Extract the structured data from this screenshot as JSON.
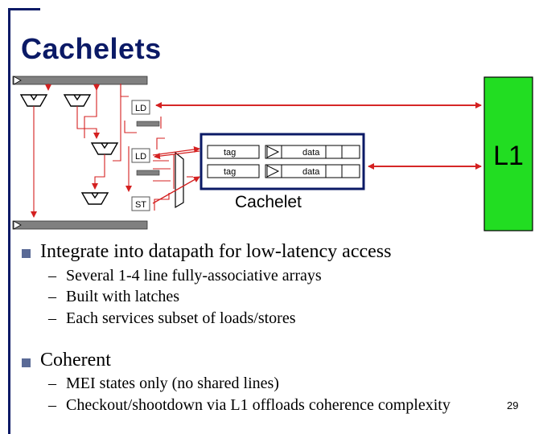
{
  "slide": {
    "title": "Cachelets",
    "page_number": "29"
  },
  "diagram": {
    "l1_label": "L1",
    "cachelet_label": "Cachelet",
    "tag_label": "tag",
    "data_label": "data",
    "ld_label": "LD",
    "st_label": "ST",
    "colors": {
      "arrow": "#d42020",
      "l1_fill": "#22dd22",
      "cachelet_border": "#0b1a66",
      "pipeline_bar": "#808080"
    }
  },
  "bullets": [
    {
      "text": "Integrate into datapath for low-latency access",
      "subs": [
        "Several 1-4 line fully-associative arrays",
        "Built with latches",
        "Each services subset of loads/stores"
      ]
    },
    {
      "text": "Coherent",
      "subs": [
        "MEI states only (no shared lines)",
        "Checkout/shootdown via L1 offloads coherence complexity"
      ]
    }
  ]
}
